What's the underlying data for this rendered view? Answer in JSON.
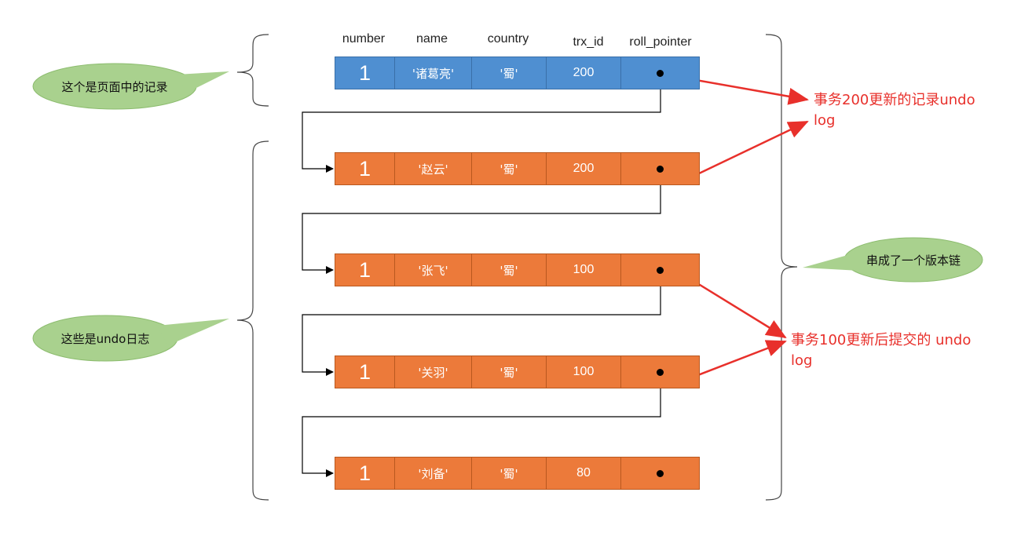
{
  "headers": [
    "number",
    "name",
    "country",
    "trx_id",
    "roll_pointer"
  ],
  "records": [
    {
      "number": "1",
      "name": "'诸葛亮'",
      "country": "'蜀'",
      "trx_id": "200",
      "kind": "page"
    },
    {
      "number": "1",
      "name": "'赵云'",
      "country": "'蜀'",
      "trx_id": "200",
      "kind": "undo"
    },
    {
      "number": "1",
      "name": "'张飞'",
      "country": "'蜀'",
      "trx_id": "100",
      "kind": "undo"
    },
    {
      "number": "1",
      "name": "'关羽'",
      "country": "'蜀'",
      "trx_id": "100",
      "kind": "undo"
    },
    {
      "number": "1",
      "name": "'刘备'",
      "country": "'蜀'",
      "trx_id": "80",
      "kind": "undo"
    }
  ],
  "callouts": {
    "page_record": "这个是页面中的记录",
    "undo_logs": "这些是undo日志",
    "version_chain": "串成了一个版本链"
  },
  "notes": {
    "trx200_line1": "事务200更新的记录undo",
    "trx200_line2": "log",
    "trx100_line1": "事务100更新后提交的 undo",
    "trx100_line2": "log"
  },
  "colors": {
    "page_record": "#4f8fd1",
    "undo_record": "#ec7a3a",
    "bubble": "#a9d18e",
    "annotation": "#e8302b"
  }
}
